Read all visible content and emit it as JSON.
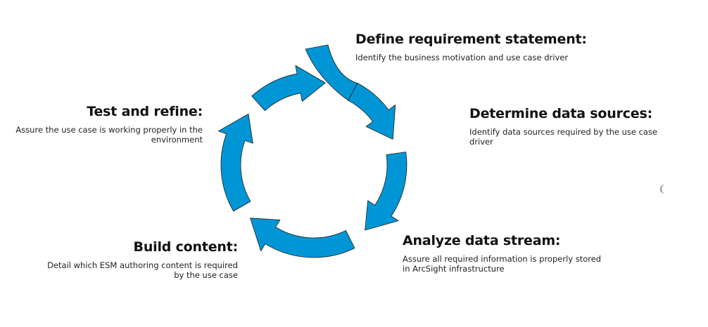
{
  "colors": {
    "arrow_fill": "#0096d6",
    "arrow_stroke": "#1a1a1a",
    "text": "#111111"
  },
  "steps": [
    {
      "id": "define",
      "title": "Define requirement statement:",
      "description": "Identify the business motivation and use case driver"
    },
    {
      "id": "determine",
      "title": "Determine data sources:",
      "description": "Identify data sources required by the use case driver"
    },
    {
      "id": "analyze",
      "title": "Analyze data stream:",
      "description": "Assure all required information is properly stored in ArcSight infrastructure"
    },
    {
      "id": "build",
      "title": "Build content:",
      "description": "Detail which ESM authoring content is required by the use case"
    },
    {
      "id": "test",
      "title": "Test and refine:",
      "description": "Assure the use case is working properly in the environment"
    }
  ]
}
